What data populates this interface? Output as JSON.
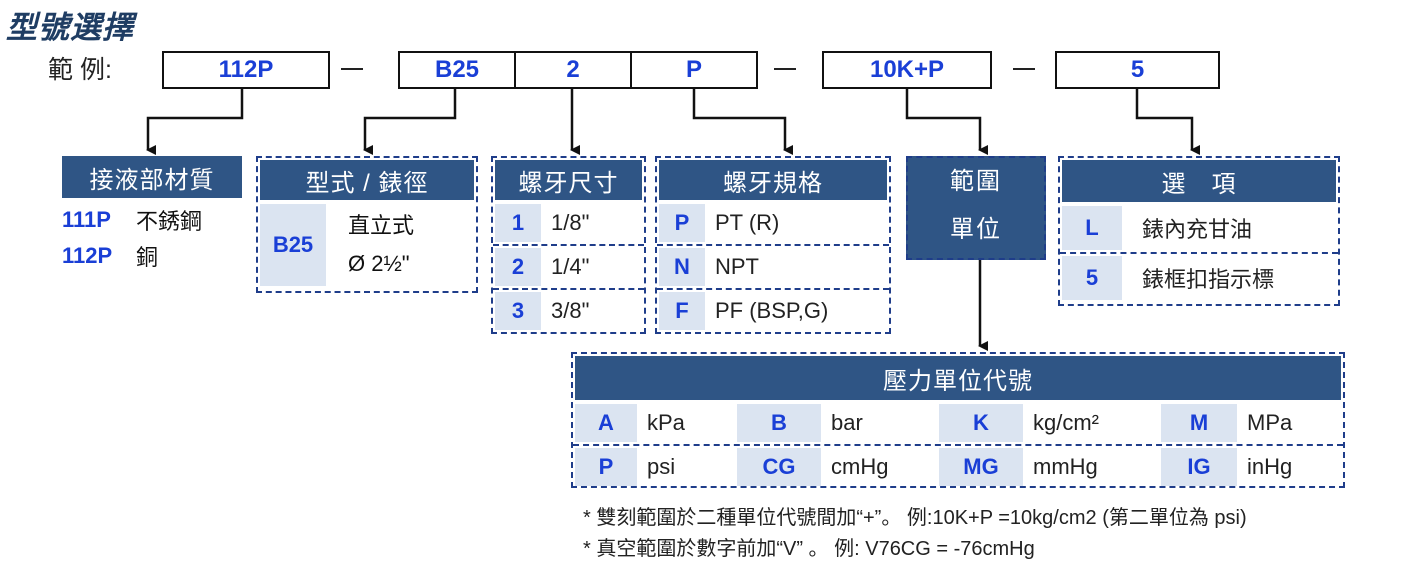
{
  "title": "型號選擇",
  "example_label": "範 例:",
  "example_segments": [
    "112P",
    "B25",
    "2",
    "P",
    "10K+P",
    "5"
  ],
  "dash_char": "—",
  "material": {
    "header": "接液部材質",
    "rows": [
      {
        "code": "111P",
        "value": "不銹鋼"
      },
      {
        "code": "112P",
        "value": "銅"
      }
    ]
  },
  "type_dia": {
    "header": "型式 / 錶徑",
    "code": "B25",
    "line1": "直立式",
    "line2": "Ø 2½\""
  },
  "thread_size": {
    "header": "螺牙尺寸",
    "rows": [
      {
        "code": "1",
        "value": "1/8\""
      },
      {
        "code": "2",
        "value": "1/4\""
      },
      {
        "code": "3",
        "value": "3/8\""
      }
    ]
  },
  "thread_spec": {
    "header": "螺牙規格",
    "rows": [
      {
        "code": "P",
        "value": "PT (R)"
      },
      {
        "code": "N",
        "value": "NPT"
      },
      {
        "code": "F",
        "value": "PF (BSP,G)"
      }
    ]
  },
  "range_unit": {
    "line1": "範圍",
    "line2": "單位"
  },
  "options": {
    "header": "選　項",
    "rows": [
      {
        "code": "L",
        "value": "錶內充甘油"
      },
      {
        "code": "5",
        "value": "錶框扣指示標"
      }
    ]
  },
  "pressure_units": {
    "header": "壓力單位代號",
    "row1": [
      {
        "code": "A",
        "value": "kPa"
      },
      {
        "code": "B",
        "value": "bar"
      },
      {
        "code": "K",
        "value": "kg/cm²"
      },
      {
        "code": "M",
        "value": "MPa"
      }
    ],
    "row2": [
      {
        "code": "P",
        "value": "psi"
      },
      {
        "code": "CG",
        "value": "cmHg"
      },
      {
        "code": "MG",
        "value": "mmHg"
      },
      {
        "code": "IG",
        "value": "inHg"
      }
    ]
  },
  "notes": [
    "*  雙刻範圍於二種單位代號間加“+”。  例:10K+P =10kg/cm2 (第二單位為 psi)",
    "*  真空範圍於數字前加“V” 。  例: V76CG = -76cmHg"
  ]
}
